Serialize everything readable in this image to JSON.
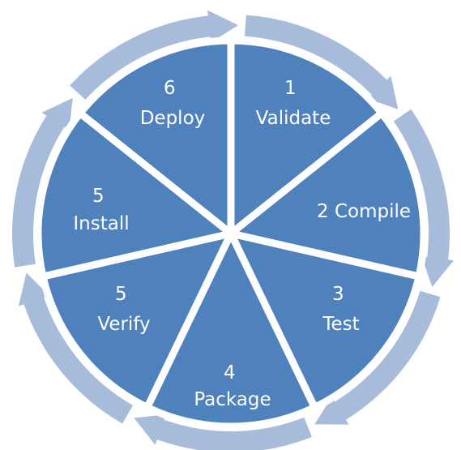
{
  "diagram": {
    "type": "cycle",
    "colors": {
      "segment_fill": "#4f81bd",
      "arrow_ring": "#a7bbdb",
      "separator": "#ffffff",
      "label_text": "#ffffff"
    },
    "steps": [
      {
        "number": "1",
        "name": "Validate"
      },
      {
        "number": "2",
        "name": "Compile"
      },
      {
        "number": "3",
        "name": "Test"
      },
      {
        "number": "4",
        "name": "Package"
      },
      {
        "number": "5",
        "name": "Verify"
      },
      {
        "number": "5",
        "name": "Install"
      },
      {
        "number": "6",
        "name": "Deploy"
      }
    ]
  }
}
